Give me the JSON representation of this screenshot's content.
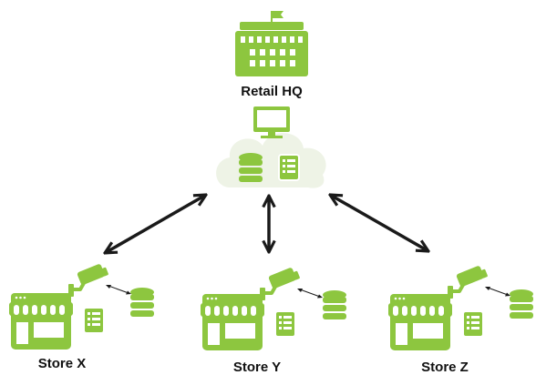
{
  "diagram": {
    "hq": {
      "label": "Retail HQ",
      "icon": "office-building-icon"
    },
    "cloud": {
      "icon": "cloud-icon",
      "contents": [
        "monitor-icon",
        "database-icon",
        "document-icon"
      ]
    },
    "stores": [
      {
        "label": "Store X",
        "icons": [
          "storefront-icon",
          "document-icon",
          "security-camera-icon",
          "database-icon"
        ]
      },
      {
        "label": "Store Y",
        "icons": [
          "storefront-icon",
          "document-icon",
          "security-camera-icon",
          "database-icon"
        ]
      },
      {
        "label": "Store Z",
        "icons": [
          "storefront-icon",
          "document-icon",
          "security-camera-icon",
          "database-icon"
        ]
      }
    ],
    "connections": [
      {
        "from": "cloud",
        "to": "Store X",
        "type": "bidirectional"
      },
      {
        "from": "cloud",
        "to": "Store Y",
        "type": "bidirectional"
      },
      {
        "from": "cloud",
        "to": "Store Z",
        "type": "bidirectional"
      }
    ],
    "colors": {
      "green": "#8dc63f",
      "cloud_fill": "#eef3e6",
      "arrow": "#1a1a1a"
    }
  }
}
